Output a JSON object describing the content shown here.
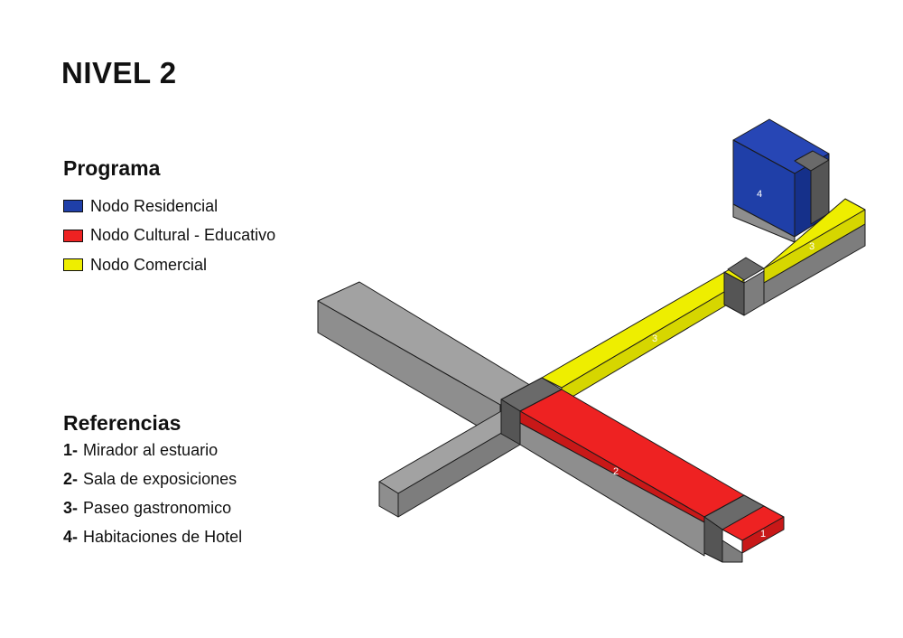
{
  "title": "NIVEL 2",
  "programa": {
    "heading": "Programa",
    "items": [
      {
        "label": "Nodo Residencial",
        "color": "#1f3fa8"
      },
      {
        "label": "Nodo Cultural - Educativo",
        "color": "#ee2222"
      },
      {
        "label": "Nodo Comercial",
        "color": "#eeee00"
      }
    ]
  },
  "referencias": {
    "heading": "Referencias",
    "items": [
      {
        "num": "1-",
        "label": "Mirador al estuario"
      },
      {
        "num": "2-",
        "label": "Sala de exposiciones"
      },
      {
        "num": "3-",
        "label": "Paseo gastronomico"
      },
      {
        "num": "4-",
        "label": "Habitaciones de Hotel"
      }
    ]
  },
  "diagram": {
    "labels": {
      "mirador": "1",
      "sala": "2",
      "paseo": "3",
      "paseo_end": "3",
      "hotel": "4"
    },
    "colors": {
      "residencial_top": "#2746b5",
      "residencial_left": "#1f3fa8",
      "residencial_right": "#15308a",
      "cultural_top": "#ee2222",
      "cultural_side": "#c81818",
      "comercial_top": "#eeee00",
      "comercial_side": "#d6d600",
      "gray_top": "#a2a2a2",
      "gray_left": "#8e8e8e",
      "gray_right": "#7d7d7d",
      "dark_top": "#6a6a6a",
      "dark_side": "#555555"
    }
  }
}
